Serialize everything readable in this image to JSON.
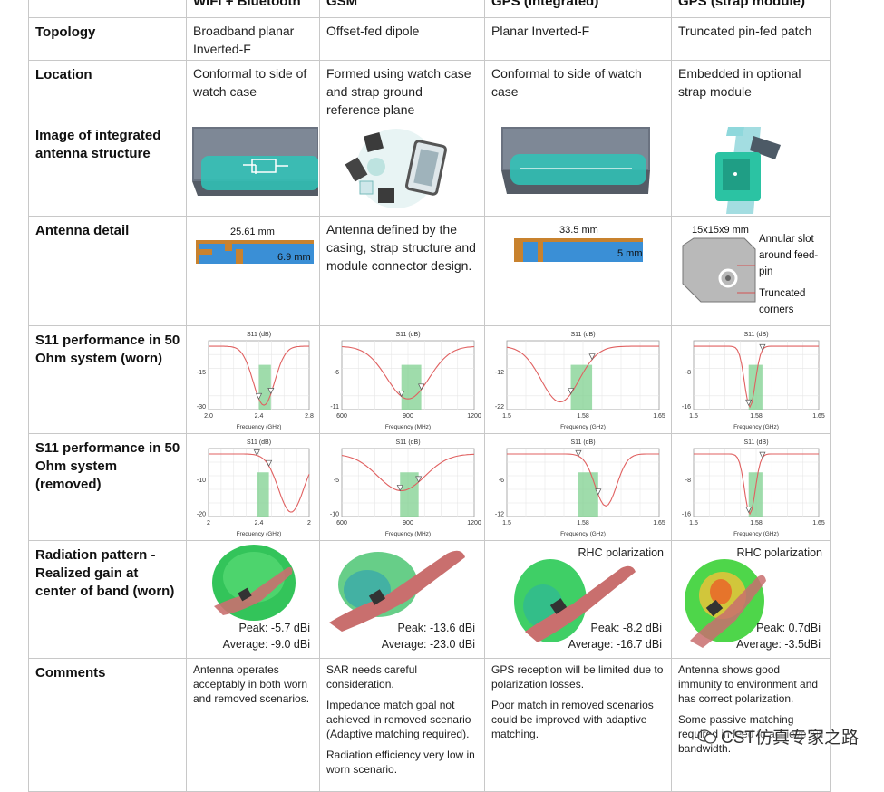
{
  "header": {
    "columns": [
      "WiFi + Bluetooth",
      "GSM",
      "GPS (integrated)",
      "GPS (strap module)"
    ]
  },
  "rows": {
    "topology": {
      "label": "Topology",
      "values": [
        "Broadband planar Inverted-F",
        "Offset-fed dipole",
        "Planar Inverted-F",
        "Truncated pin-fed patch"
      ]
    },
    "location": {
      "label": "Location",
      "values": [
        "Conformal to side of watch case",
        "Formed using watch case and strap ground reference plane",
        "Conformal to side of watch case",
        "Embedded in optional strap module"
      ]
    },
    "image": {
      "label": "Image of integrated antenna structure"
    },
    "detail": {
      "label": "Antenna detail",
      "wifi": {
        "length": "25.61 mm",
        "height": "6.9 mm"
      },
      "gsm_text": "Antenna defined by the casing, strap structure and module connector design.",
      "gps": {
        "length": "33.5 mm",
        "height": "5 mm"
      },
      "strap": {
        "size": "15x15x9 mm",
        "annular": "Annular slot around feed-pin",
        "truncated": "Truncated corners"
      }
    },
    "s11_worn": {
      "label": "S11 performance in 50 Ohm system (worn)"
    },
    "s11_removed": {
      "label": "S11 performance in 50 Ohm system (removed)"
    },
    "radiation": {
      "label": "Radiation pattern - Realized gain at center of band (worn)",
      "cells": [
        {
          "peak": "Peak:  -5.7 dBi",
          "average": "Average: -9.0 dBi",
          "polarization": ""
        },
        {
          "peak": "Peak:   -13.6 dBi",
          "average": "Average: -23.0 dBi",
          "polarization": ""
        },
        {
          "peak": "Peak:   -8.2 dBi",
          "average": "Average: -16.7 dBi",
          "polarization": "RHC polarization"
        },
        {
          "peak": "Peak:  0.7dBi",
          "average": "Average: -3.5dBi",
          "polarization": "RHC polarization"
        }
      ]
    },
    "comments": {
      "label": "Comments",
      "cells": [
        [
          "Antenna operates acceptably in both worn and removed scenarios."
        ],
        [
          "SAR needs careful consideration.",
          "Impedance match goal not achieved in removed scenario (Adaptive matching required).",
          "Radiation efficiency very low in worn scenario."
        ],
        [
          "GPS reception will be limited due to polarization losses.",
          "Poor match in removed scenarios could be improved with adaptive matching."
        ],
        [
          "Antenna shows good immunity to environment and has correct polarization.",
          "Some passive matching required in feed to achieve full bandwidth."
        ]
      ]
    }
  },
  "charts": {
    "s11_title": "S11 (dB)",
    "worn": [
      {
        "xlabel": "Frequency (GHz)",
        "xticks": [
          "2.0",
          "2.4",
          "2.8"
        ],
        "yticks": [
          "-15",
          "-30"
        ]
      },
      {
        "xlabel": "Frequency (MHz)",
        "xticks": [
          "600",
          "900",
          "1200"
        ],
        "yticks": [
          "-6",
          "-11"
        ]
      },
      {
        "xlabel": "Frequency (GHz)",
        "xticks": [
          "1.5",
          "1.58",
          "1.65"
        ],
        "yticks": [
          "-12",
          "-22"
        ]
      },
      {
        "xlabel": "Frequency (GHz)",
        "xticks": [
          "1.5",
          "1.58",
          "1.65"
        ],
        "yticks": [
          "-8",
          "-16"
        ]
      }
    ],
    "removed": [
      {
        "xlabel": "Frequency (GHz)",
        "xticks": [
          "2",
          "2.4",
          "2"
        ],
        "yticks": [
          "-10",
          "-20"
        ]
      },
      {
        "xlabel": "Frequency (MHz)",
        "xticks": [
          "600",
          "900",
          "1200"
        ],
        "yticks": [
          "-5",
          "-10"
        ]
      },
      {
        "xlabel": "Frequency (GHz)",
        "xticks": [
          "1.5",
          "1.58",
          "1.65"
        ],
        "yticks": [
          "-6",
          "-12"
        ]
      },
      {
        "xlabel": "Frequency (GHz)",
        "xticks": [
          "1.5",
          "1.58",
          "1.65"
        ],
        "yticks": [
          "-8",
          "-16"
        ]
      }
    ]
  },
  "watermark": {
    "text": "CST仿真专家之路"
  },
  "colors": {
    "curve": "#e06060",
    "band": "#7fd08f",
    "antenna_blue": "#3a8fd6",
    "antenna_copper": "#c8822e",
    "case_teal": "#2fc4b8"
  }
}
